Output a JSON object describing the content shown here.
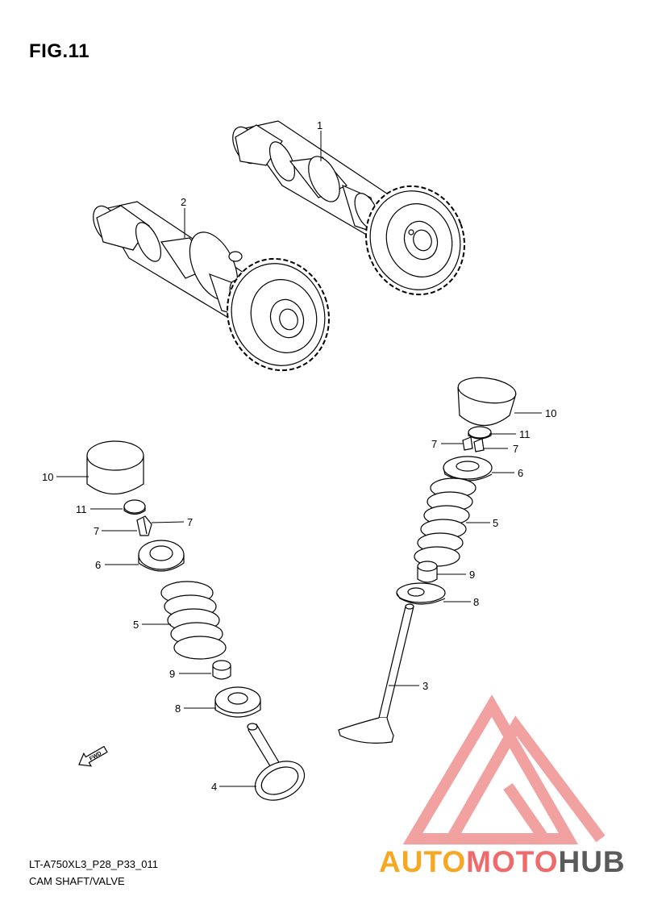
{
  "figure": {
    "title": "FIG.11",
    "code": "LT-A750XL3_P28_P33_011",
    "name": "CAM SHAFT/VALVE"
  },
  "callouts": {
    "c1": "1",
    "c2": "2",
    "c3": "3",
    "c4": "4",
    "c5a": "5",
    "c5b": "5",
    "c6a": "6",
    "c6b": "6",
    "c7a": "7",
    "c7b": "7",
    "c7c": "7",
    "c7d": "7",
    "c8a": "8",
    "c8b": "8",
    "c9a": "9",
    "c9b": "9",
    "c10a": "10",
    "c10b": "10",
    "c11a": "11",
    "c11b": "11"
  },
  "fwd_arrow": {
    "label": "FWD"
  },
  "watermark": {
    "part1": "AUTO",
    "part2": "MOTO",
    "part3": "HUB",
    "color1": "#f7a823",
    "color2": "#ef6b6b",
    "color3": "#5a5a5a",
    "logo_color": "#f08a8a"
  }
}
